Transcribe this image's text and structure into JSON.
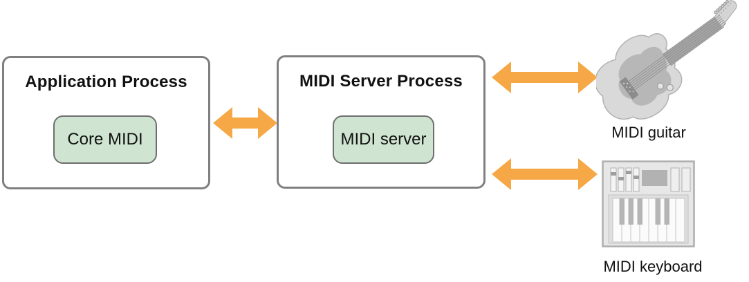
{
  "colors": {
    "accent_orange": "#F5A845",
    "component_green": "#CFE5D1",
    "box_border": "#7F7F7F",
    "device_light_gray": "#D9D9D9",
    "device_mid_gray": "#B7B7B7",
    "text": "#111111"
  },
  "diagram": {
    "application_process": {
      "title": "Application Process",
      "component_label": "Core MIDI"
    },
    "midi_server_process": {
      "title": "MIDI Server Process",
      "component_label": "MIDI server"
    },
    "devices": {
      "guitar": {
        "label": "MIDI guitar"
      },
      "keyboard": {
        "label": "MIDI keyboard"
      }
    },
    "connections": [
      {
        "from": "Application Process",
        "to": "MIDI Server Process",
        "type": "bidirectional"
      },
      {
        "from": "MIDI Server Process",
        "to": "MIDI guitar",
        "type": "bidirectional"
      },
      {
        "from": "MIDI Server Process",
        "to": "MIDI keyboard",
        "type": "bidirectional"
      }
    ]
  }
}
